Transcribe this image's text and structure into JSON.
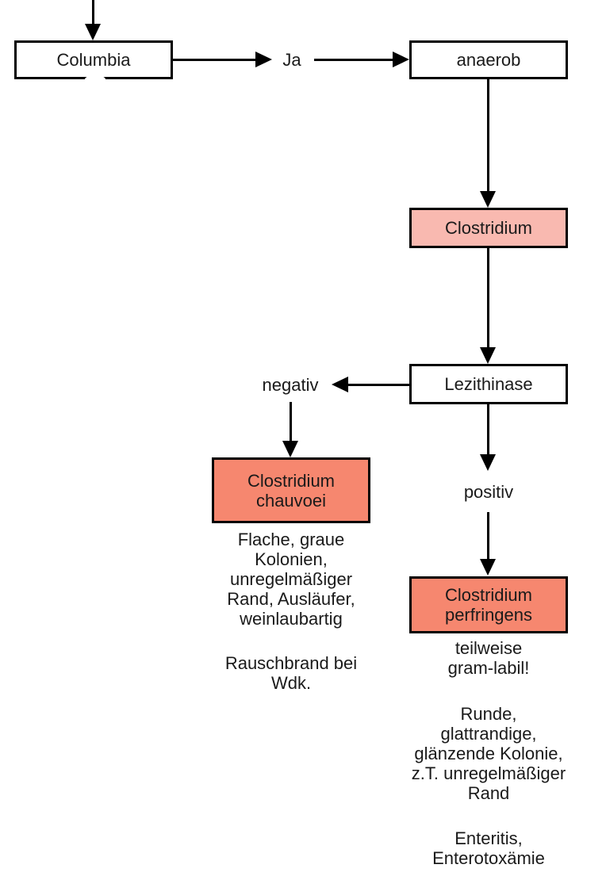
{
  "diagram_type": "flowchart",
  "language": "de",
  "nodes": {
    "columbia": {
      "label": "Columbia"
    },
    "anaerob": {
      "label": "anaerob"
    },
    "clostridium": {
      "label": "Clostridium"
    },
    "lezithinase": {
      "label": "Lezithinase"
    },
    "chauvoei": {
      "label": "Clostridium\nchauvoei"
    },
    "perfringens": {
      "label": "Clostridium\nperfringens"
    }
  },
  "edge_labels": {
    "ja": "Ja",
    "negativ": "negativ",
    "positiv": "positiv"
  },
  "annotations": {
    "chauvoei_morphology": "Flache, graue\nKolonien,\nunregelmäßiger\nRand, Ausläufer,\nweinlaubartig",
    "chauvoei_disease": "Rauschbrand bei\nWdk.",
    "perfringens_gram": "teilweise\ngram-labil!",
    "perfringens_morphology": "Runde,\nglattrandige,\nglänzende Kolonie,\nz.T. unregelmäßiger\nRand",
    "perfringens_disease": "Enteritis,\nEnterotoxämie"
  },
  "colors": {
    "node_fill_light_pink": "#F9B9B0",
    "node_fill_salmon": "#F6876F",
    "node_fill_white": "#FFFFFF",
    "node_border": "#000000",
    "arrow": "#000000",
    "text": "#1A1A1A",
    "background": "#FFFFFF"
  }
}
